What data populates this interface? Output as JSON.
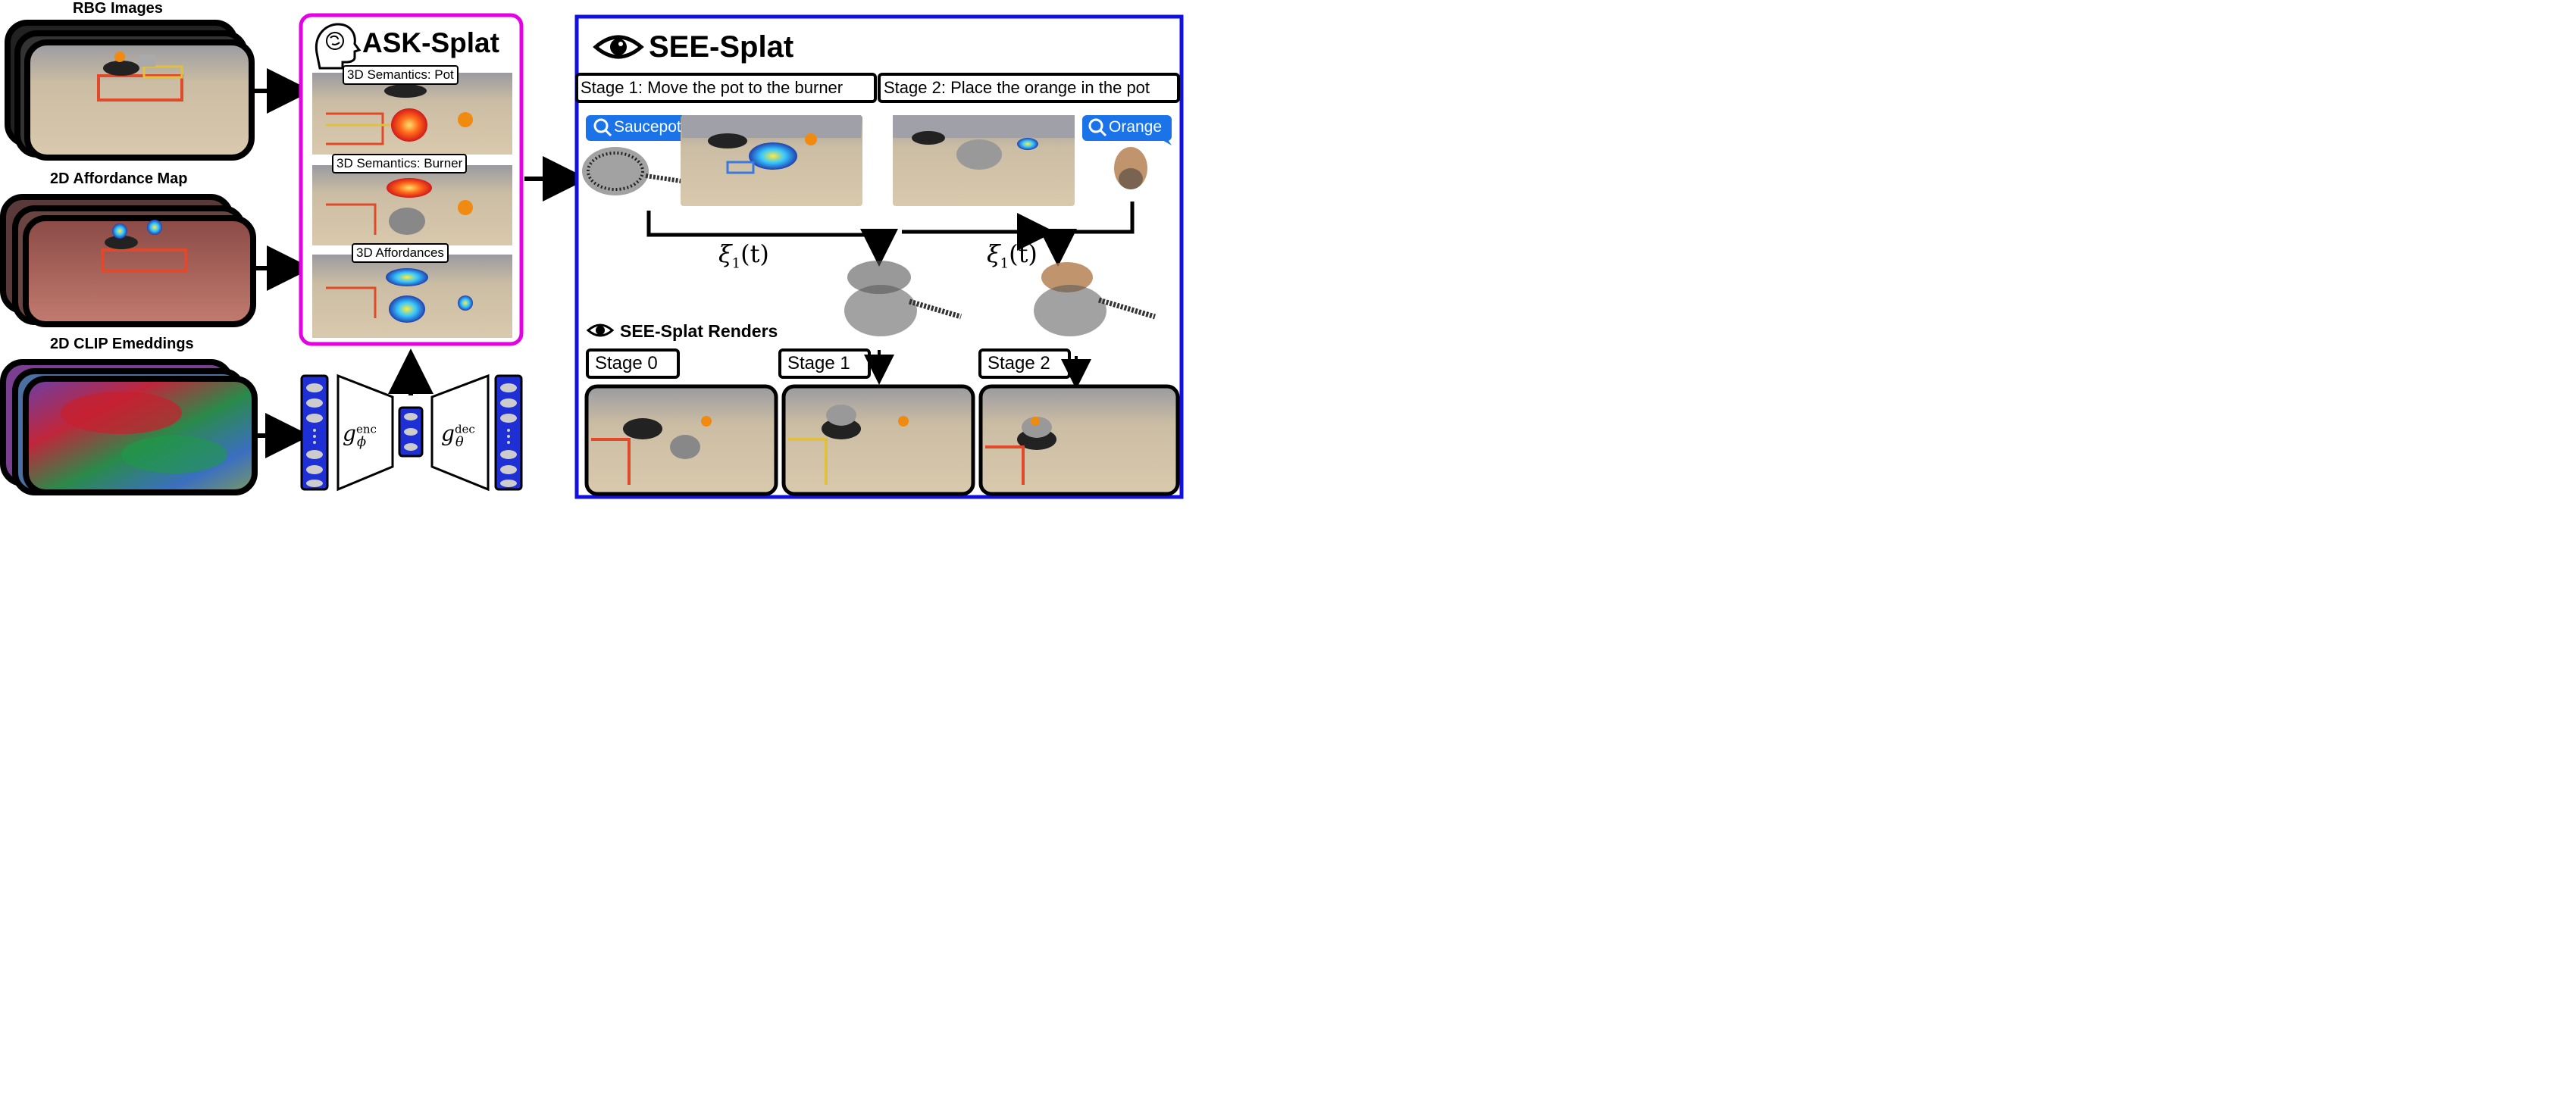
{
  "left": {
    "rgb_title": "RBG Images",
    "affordance_title": "2D Affordance Map",
    "clip_title": "2D CLIP Emeddings"
  },
  "encoder": {
    "enc_label": "g",
    "enc_sup": "enc",
    "enc_sub": "ϕ",
    "dec_label": "g",
    "dec_sup": "dec",
    "dec_sub": "θ"
  },
  "ask": {
    "title": "ASK-Splat",
    "brain_icon": "head-brain-icon",
    "captions": [
      "3D Semantics: Pot",
      "3D Semantics: Burner",
      "3D Affordances"
    ],
    "border_color": "#e600e6"
  },
  "see": {
    "title": "SEE-Splat",
    "eye_icon": "eye-icon",
    "border_color": "#1010e0",
    "stage1": "Stage 1: Move the pot to the burner",
    "stage2": "Stage 2: Place the orange in the pot",
    "query1": "Saucepot",
    "query2": "Orange",
    "query_color": "#1a73e8",
    "xi1": "ξ",
    "xi1_sub": "1",
    "xi1_arg": "(t)",
    "xi2": "ξ",
    "xi2_sub": "1",
    "xi2_arg": "(t)",
    "renders_title": "SEE-Splat Renders",
    "stage_labels": [
      "Stage 0",
      "Stage 1",
      "Stage 2"
    ]
  }
}
